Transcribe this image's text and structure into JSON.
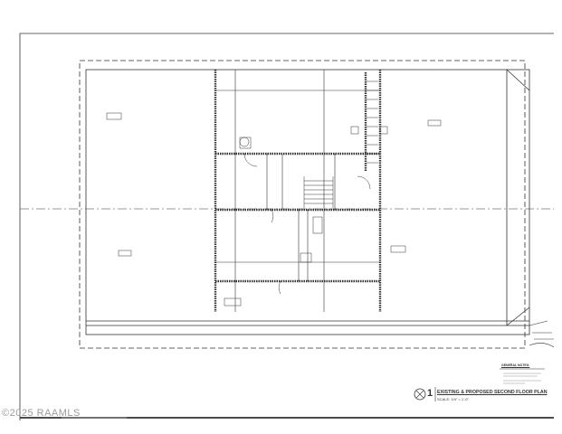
{
  "drawing": {
    "title": "EXISTING & PROPOSED SECOND FLOOR PLAN",
    "scale": "SCALE: 1/4\" = 1'-0\"",
    "detail_number": "1",
    "general_notes_heading": "GENERAL NOTES:"
  },
  "watermark": "©2025 RAAMLS",
  "colors": {
    "line": "#333333",
    "background": "#ffffff",
    "watermark": "#9a9a9a"
  }
}
